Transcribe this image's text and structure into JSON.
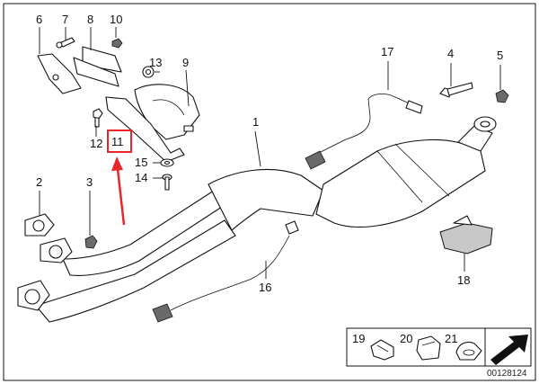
{
  "callouts": {
    "c1": "1",
    "c2": "2",
    "c3": "3",
    "c4": "4",
    "c5": "5",
    "c6": "6",
    "c7": "7",
    "c8": "8",
    "c9": "9",
    "c10": "10",
    "c11": "11",
    "c12": "12",
    "c13": "13",
    "c14": "14",
    "c15": "15",
    "c16": "16",
    "c17": "17",
    "c18": "18",
    "c19": "19",
    "c20": "20",
    "c21": "21"
  },
  "reference_code": "00128124",
  "colors": {
    "highlight": "#e8262b",
    "ink": "#111111",
    "shade": "#c8c8c8"
  }
}
